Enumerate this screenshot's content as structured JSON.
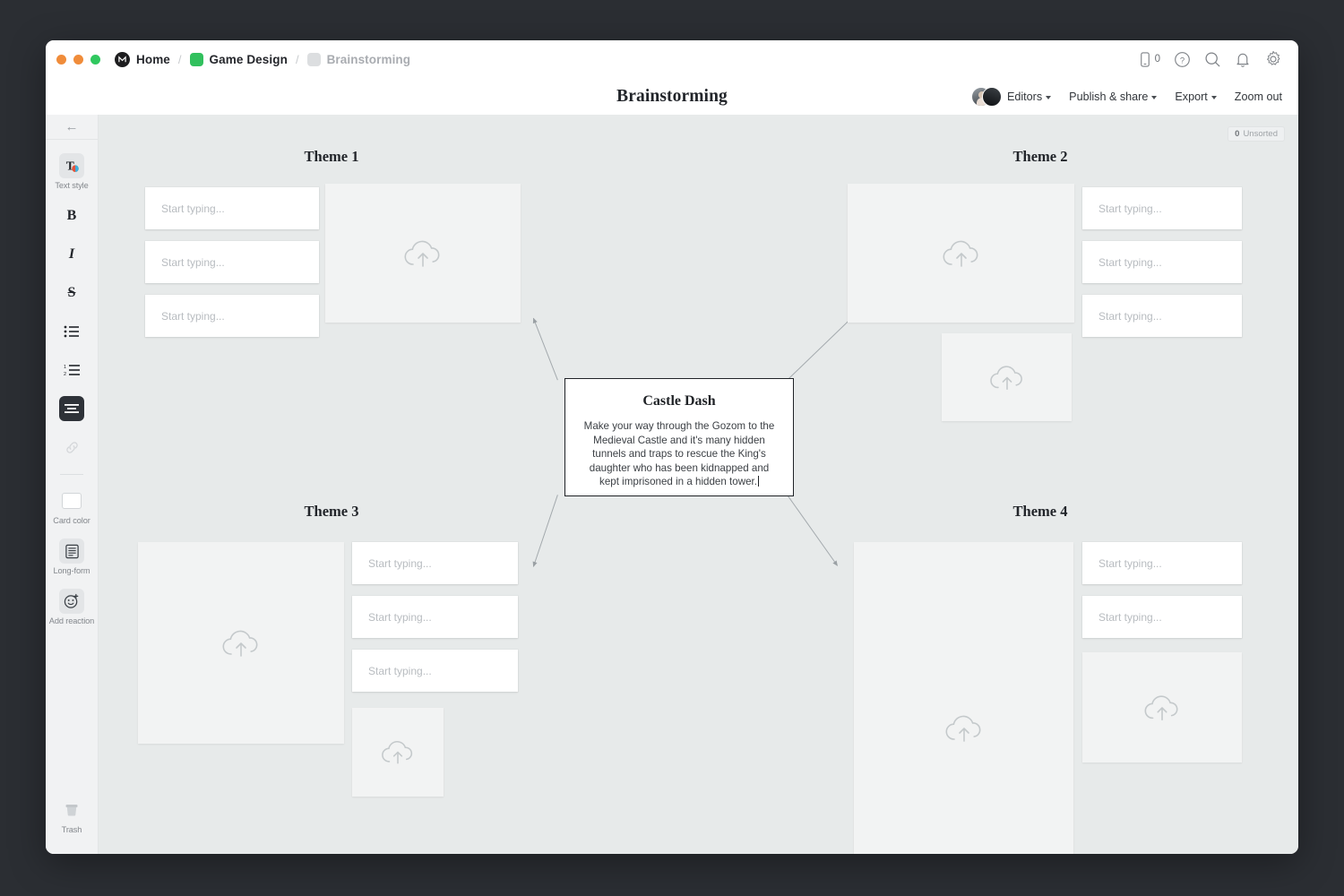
{
  "window": {
    "traffic_lights": [
      "close",
      "minimize",
      "maximize"
    ]
  },
  "titlebar": {
    "breadcrumb": [
      {
        "label": "Home",
        "icon": "app-logo-icon",
        "muted": false
      },
      {
        "label": "Game Design",
        "icon": "green-swatch-icon",
        "muted": false
      },
      {
        "label": "Brainstorming",
        "icon": "gray-swatch-icon",
        "muted": true
      }
    ],
    "separator": "/",
    "icons": [
      {
        "name": "mobile-icon",
        "count": "0"
      },
      {
        "name": "help-icon"
      },
      {
        "name": "search-icon"
      },
      {
        "name": "notifications-bell-icon"
      },
      {
        "name": "settings-gear-icon"
      }
    ]
  },
  "header": {
    "title": "Brainstorming",
    "actions": [
      {
        "label": "Editors",
        "caret": true
      },
      {
        "label": "Publish & share",
        "caret": true
      },
      {
        "label": "Export",
        "caret": true
      },
      {
        "label": "Zoom out",
        "caret": false
      }
    ]
  },
  "toolbar": {
    "back_icon": "back-arrow-icon",
    "items": [
      {
        "id": "text-style",
        "glyph": "T",
        "label": "Text style",
        "state": "chip"
      },
      {
        "id": "bold",
        "glyph": "B",
        "label": "",
        "state": "plain"
      },
      {
        "id": "italic",
        "glyph": "I",
        "label": "",
        "state": "plain"
      },
      {
        "id": "strikethrough",
        "glyph": "S",
        "label": "",
        "state": "plain"
      },
      {
        "id": "bulleted-list",
        "glyph": "",
        "label": "",
        "state": "plain"
      },
      {
        "id": "numbered-list",
        "glyph": "",
        "label": "",
        "state": "plain"
      },
      {
        "id": "align-center",
        "glyph": "",
        "label": "",
        "state": "active"
      },
      {
        "id": "link",
        "glyph": "",
        "label": "",
        "state": "disabled"
      },
      {
        "id": "card-color",
        "glyph": "",
        "label": "Card color",
        "state": "plain"
      },
      {
        "id": "long-form",
        "glyph": "",
        "label": "Long-form",
        "state": "chip"
      },
      {
        "id": "add-reaction",
        "glyph": "",
        "label": "Add reaction",
        "state": "chip"
      }
    ],
    "trash_label": "Trash"
  },
  "canvas": {
    "unsorted_badge": {
      "count": "0",
      "label": "Unsorted"
    },
    "note_placeholder": "Start typing...",
    "image_placeholder_icon": "cloud-upload-icon",
    "themes": [
      {
        "id": "theme-1",
        "title": "Theme 1"
      },
      {
        "id": "theme-2",
        "title": "Theme 2"
      },
      {
        "id": "theme-3",
        "title": "Theme 3"
      },
      {
        "id": "theme-4",
        "title": "Theme 4"
      }
    ],
    "center_card": {
      "title": "Castle Dash",
      "body": "Make your way through the Gozom to the Medieval Castle and it's many hidden tunnels and traps to rescue the King's daughter who has been kidnapped and kept imprisoned in a hidden tower."
    }
  },
  "colors": {
    "canvas_bg": "#e7eaea",
    "accent_green": "#31c05d",
    "toolbar_bg": "#f1f2f3",
    "active_tool": "#2e3238"
  }
}
